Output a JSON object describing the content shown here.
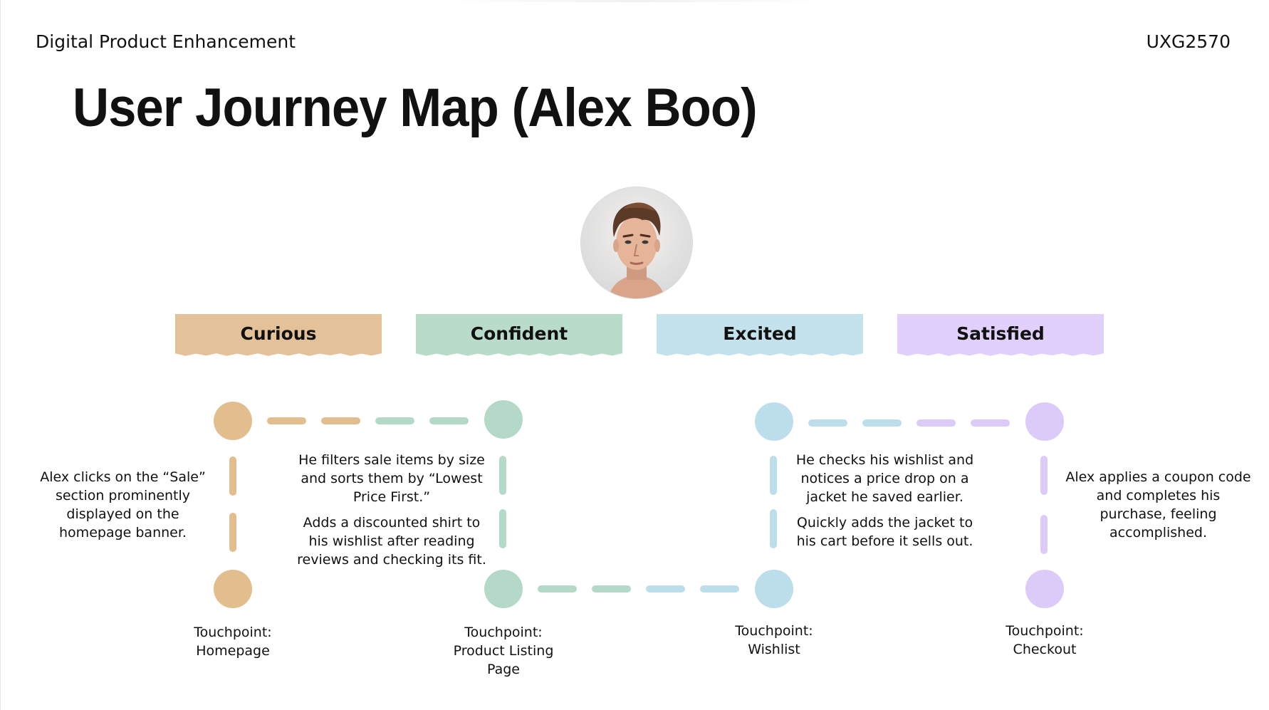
{
  "header": {
    "course": "Digital Product Enhancement",
    "code": "UXG2570"
  },
  "title": "User Journey Map (Alex Boo)",
  "avatar": {
    "icon": "user-portrait-icon"
  },
  "colors": {
    "curious": "#e2bd8d",
    "confident": "#b5d9c9",
    "excited": "#bcddea",
    "satisfied": "#dccbf9"
  },
  "emotions": [
    {
      "label": "Curious",
      "color": "#e3c199"
    },
    {
      "label": "Confident",
      "color": "#b9dcca"
    },
    {
      "label": "Excited",
      "color": "#c4e2ec"
    },
    {
      "label": "Satisfied",
      "color": "#e0d0fb"
    }
  ],
  "stages": [
    {
      "descriptions": [
        "Alex clicks on the “Sale” section prominently displayed on the homepage banner."
      ],
      "touchpoint": [
        "Touchpoint:",
        "Homepage"
      ]
    },
    {
      "descriptions": [
        "He filters sale items by size and sorts them by “Lowest Price First.”",
        "Adds a discounted shirt to his wishlist after reading reviews and checking its fit."
      ],
      "touchpoint": [
        "Touchpoint:",
        "Product Listing",
        "Page"
      ]
    },
    {
      "descriptions": [
        "He checks his wishlist and notices a price drop on a jacket he saved earlier.",
        "Quickly adds the jacket to his cart before it sells out."
      ],
      "touchpoint": [
        "Touchpoint:",
        "Wishlist"
      ]
    },
    {
      "descriptions": [
        "Alex applies a coupon code and completes his purchase, feeling accomplished."
      ],
      "touchpoint": [
        "Touchpoint:",
        "Checkout"
      ]
    }
  ]
}
